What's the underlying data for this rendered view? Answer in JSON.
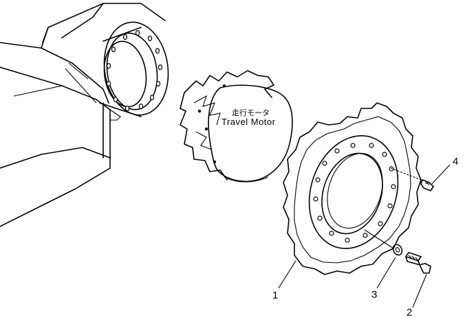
{
  "motor": {
    "label_jp": "走行モータ",
    "label_en": "Travel Motor"
  },
  "callouts": {
    "sprocket": "1",
    "bolt": "2",
    "washer": "3",
    "plug": "4"
  }
}
